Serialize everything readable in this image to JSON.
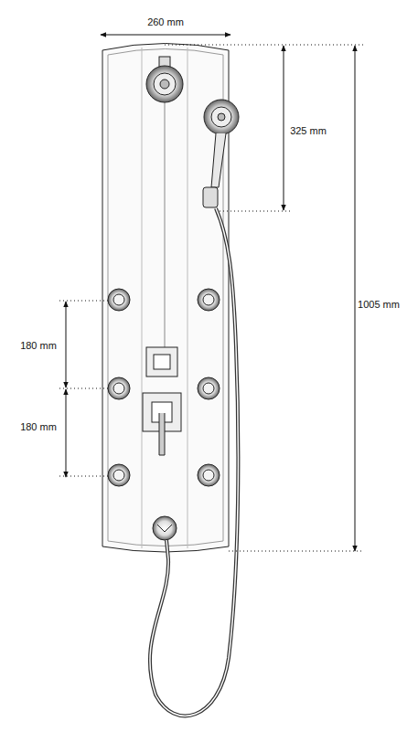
{
  "diagram": {
    "labels": [
      "260 mm",
      "325 mm",
      "1005 mm",
      "180 mm",
      "180 mm"
    ]
  }
}
